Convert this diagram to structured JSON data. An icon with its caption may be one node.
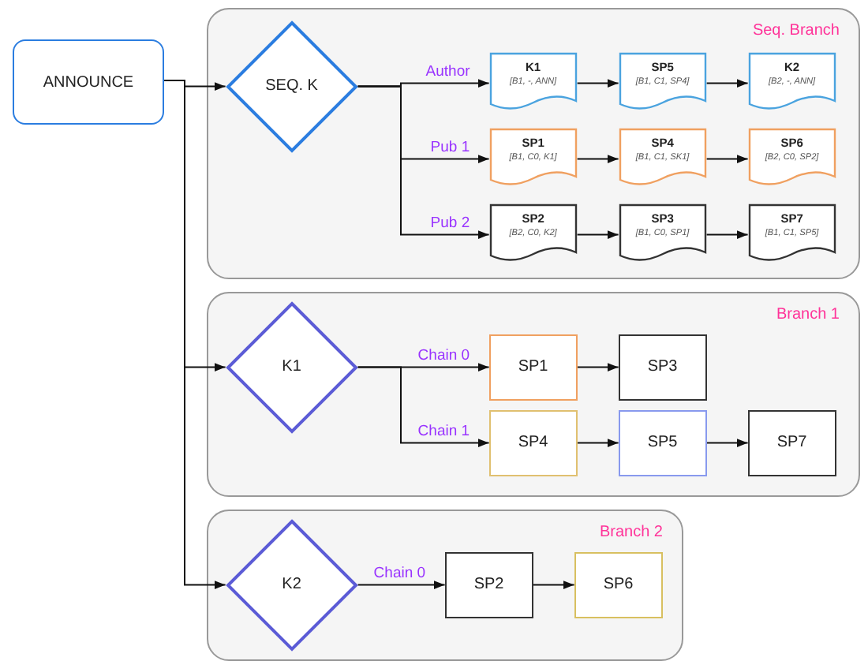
{
  "diagram": {
    "nodes": [
      {
        "text": [
          "ANNOUNCE"
        ]
      },
      {
        "text": [
          "Seq. Branch"
        ]
      },
      {
        "text": [
          "SEQ. K"
        ],
        "in": 1
      },
      {
        "text": [
          "K1",
          "[B1, -, ANN]"
        ],
        "in": 1
      },
      {
        "text": [
          "SP5",
          "[B1, C1, SP4]"
        ],
        "in": 1
      },
      {
        "text": [
          "K2",
          "[B2, -, ANN]"
        ],
        "in": 1
      },
      {
        "text": [
          "SP1",
          "[B1, C0, K1]"
        ],
        "in": 1
      },
      {
        "text": [
          "SP4",
          "[B1, C1, SK1]"
        ],
        "in": 1
      },
      {
        "text": [
          "SP6",
          "[B2, C0, SP2]"
        ],
        "in": 1
      },
      {
        "text": [
          "SP2",
          "[B2, C0, K2]"
        ],
        "in": 1
      },
      {
        "text": [
          "SP3",
          "[B1, C0, SP1]"
        ],
        "in": 1
      },
      {
        "text": [
          "SP7",
          "[B1, C1, SP5]"
        ],
        "in": 1
      },
      {
        "text": [
          "Branch 1"
        ]
      },
      {
        "text": [
          "K1"
        ],
        "in": 12
      },
      {
        "text": [
          "SP1"
        ],
        "in": 12
      },
      {
        "text": [
          "SP3"
        ],
        "in": 12
      },
      {
        "text": [
          "SP4"
        ],
        "in": 12
      },
      {
        "text": [
          "SP5"
        ],
        "in": 12
      },
      {
        "text": [
          "SP7"
        ],
        "in": 12
      },
      {
        "text": [
          "Branch 2"
        ]
      },
      {
        "text": [
          "K2"
        ],
        "in": 19
      },
      {
        "text": [
          "SP2"
        ],
        "in": 19
      },
      {
        "text": [
          "SP6"
        ],
        "in": 19
      }
    ],
    "edges": [
      {
        "from": 0,
        "to": 2,
        "arrow": "to"
      },
      {
        "from": 0,
        "to": 13,
        "arrow": "to"
      },
      {
        "from": 0,
        "to": 20,
        "arrow": "to"
      },
      {
        "from": 2,
        "to": 3,
        "arrow": "to",
        "label": "Author"
      },
      {
        "from": 2,
        "to": 6,
        "arrow": "to",
        "label": "Pub 1"
      },
      {
        "from": 2,
        "to": 9,
        "arrow": "to",
        "label": "Pub 2"
      },
      {
        "from": 3,
        "to": 4,
        "arrow": "to"
      },
      {
        "from": 4,
        "to": 5,
        "arrow": "to"
      },
      {
        "from": 6,
        "to": 7,
        "arrow": "to"
      },
      {
        "from": 7,
        "to": 8,
        "arrow": "to"
      },
      {
        "from": 9,
        "to": 10,
        "arrow": "to"
      },
      {
        "from": 10,
        "to": 11,
        "arrow": "to"
      },
      {
        "from": 13,
        "to": 14,
        "arrow": "to",
        "label": "Chain 0"
      },
      {
        "from": 13,
        "to": 16,
        "arrow": "to",
        "label": "Chain 1"
      },
      {
        "from": 14,
        "to": 15,
        "arrow": "to"
      },
      {
        "from": 16,
        "to": 17,
        "arrow": "to"
      },
      {
        "from": 17,
        "to": 18,
        "arrow": "to"
      },
      {
        "from": 20,
        "to": 21,
        "arrow": "to",
        "label": "Chain 0"
      },
      {
        "from": 21,
        "to": 22,
        "arrow": "to"
      }
    ]
  }
}
